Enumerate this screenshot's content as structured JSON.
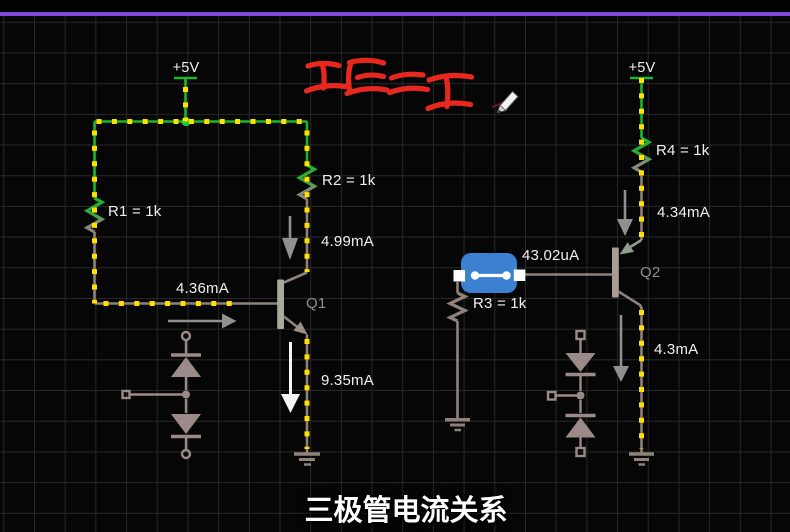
{
  "colors": {
    "background": "#060606",
    "grid_line": "#282828",
    "top_bar": "#8a52e2",
    "wire_active": "#1fb42f",
    "current_dash": "#ffe000",
    "component_idle": "#8e827b",
    "selection_blue": "#3b80d1",
    "annotation_red": "#e8281e",
    "arrow_gray": "#909090",
    "arrow_white": "#f5f5f5",
    "label_text": "#f0f0f0",
    "transistor_label": "#8f8f8f"
  },
  "title": "三极管电流关系",
  "annotation": {
    "text": "IE = I"
  },
  "left_circuit": {
    "supply": "+5V",
    "r1": "R1 = 1k",
    "r2": "R2 = 1k",
    "base_current": "4.36mA",
    "collector_current": "4.99mA",
    "emitter_current": "9.35mA",
    "transistor": "Q1"
  },
  "right_circuit": {
    "supply": "+5V",
    "r4": "R4 = 1k",
    "r3": "R3 = 1k",
    "emitter_current": "4.34mA",
    "base_current": "43.02uA",
    "collector_current": "4.3mA",
    "transistor": "Q2"
  }
}
